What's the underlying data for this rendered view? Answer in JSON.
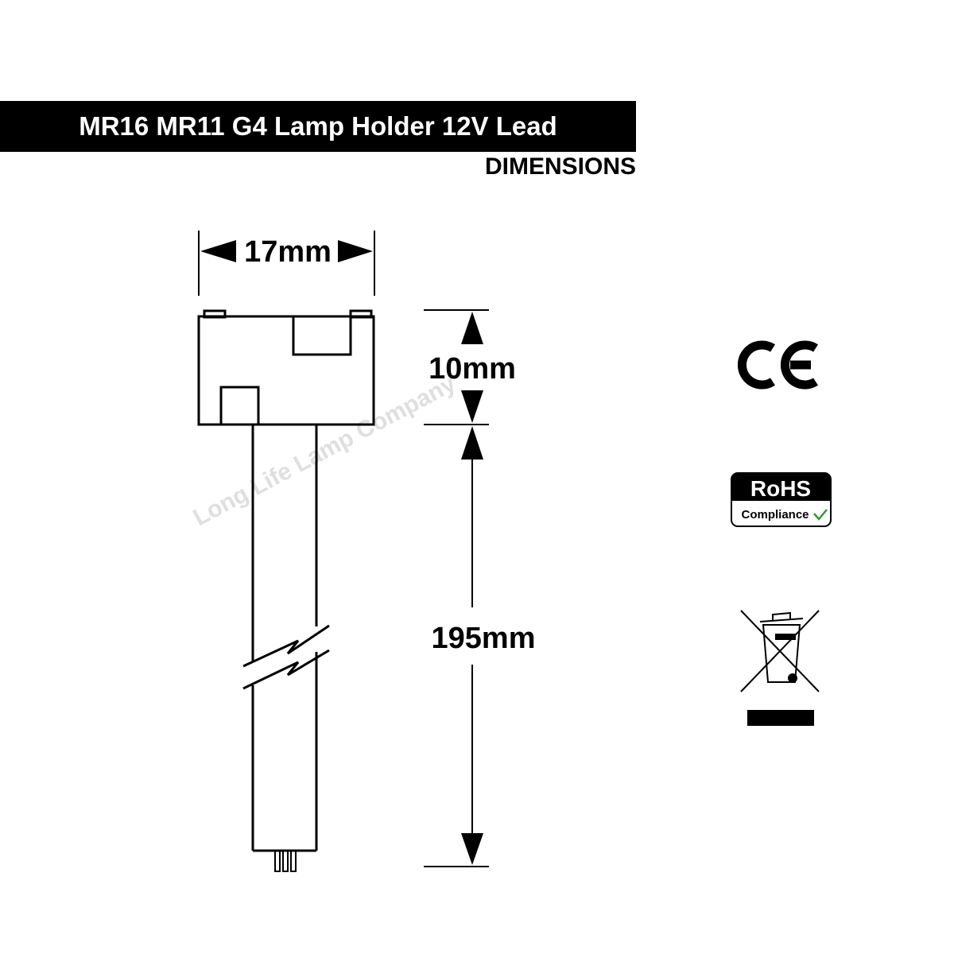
{
  "header": {
    "title": "MR16 MR11 G4 Lamp Holder 12V Lead",
    "subtitle": "DIMENSIONS"
  },
  "dimensions": {
    "width_label": "17mm",
    "holder_height_label": "10mm",
    "lead_length_label": "195mm"
  },
  "watermark": "Long Life Lamp Company",
  "certifications": {
    "ce_icon": "ce-mark-icon",
    "rohs_label": "RoHS",
    "rohs_sub": "Compliance",
    "weee_icon": "weee-crossed-bin-icon"
  },
  "colors": {
    "ink": "#000000",
    "background": "#ffffff",
    "watermark": "#d8d8d8"
  }
}
